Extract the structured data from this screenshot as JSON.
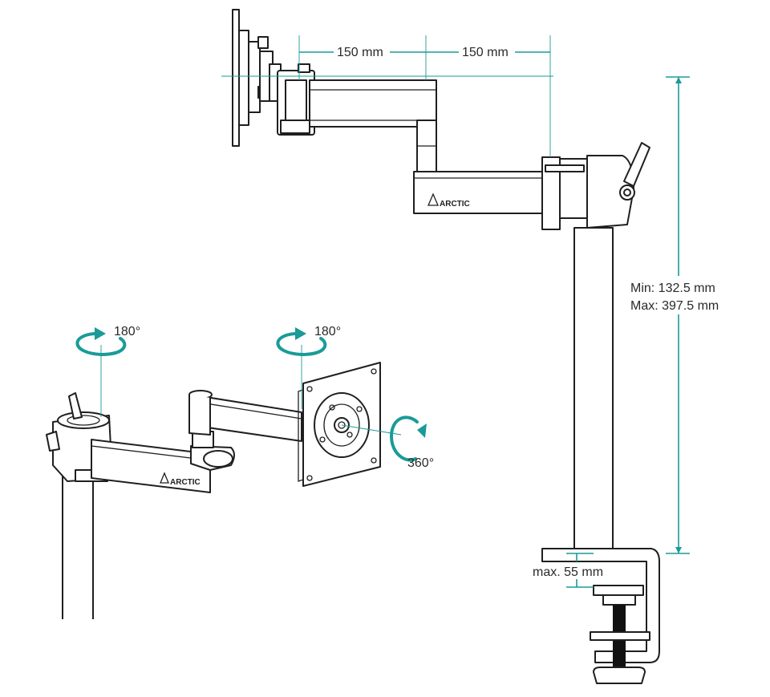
{
  "colors": {
    "accent_teal": "#1a9b98",
    "line_art": "#1f1f1f",
    "background": "#ffffff"
  },
  "dimensions": {
    "arm_segment_1": "150 mm",
    "arm_segment_2": "150 mm",
    "pole_height_min": "Min: 132.5 mm",
    "pole_height_max": "Max: 397.5 mm",
    "desk_clamp_max": "max. 55 mm"
  },
  "rotation": {
    "base_swivel": "180°",
    "arm_swivel": "180°",
    "vesa_rotation": "360°"
  },
  "brand": {
    "logo_text": "ARCTIC"
  }
}
